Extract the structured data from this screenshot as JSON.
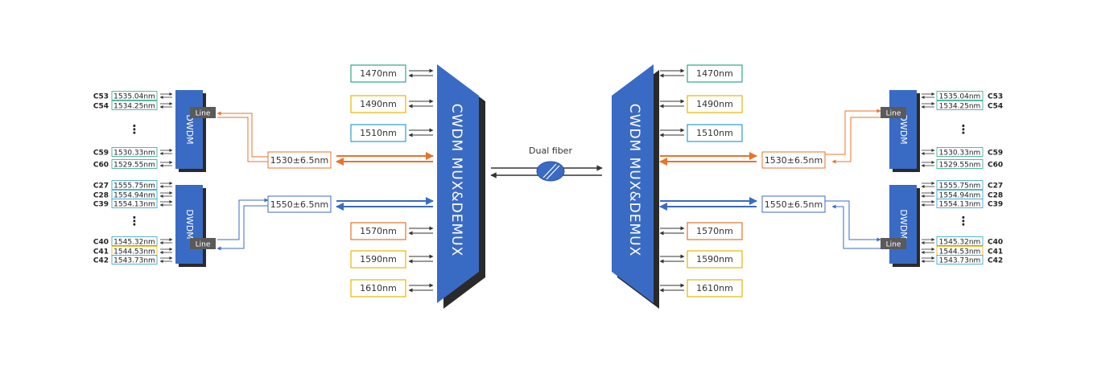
{
  "colors": {
    "block": "#3a6bc4",
    "block_shadow": "#2a2a2a",
    "line_box": "#5a5a5a",
    "orange": "#e8732a",
    "blue": "#3a6bc4",
    "teal": "#2aa88a",
    "yellow": "#e6b800",
    "cyan": "#2aa0c8",
    "arrow": "#333333"
  },
  "mux_label": "CWDM MUX&DEMUX",
  "fiber_label": "Dual fiber",
  "dwdm_label": "DWDM",
  "line_label": "Line",
  "cwdm_ports": [
    {
      "label": "1470nm",
      "color": "#2aa88a"
    },
    {
      "label": "1490nm",
      "color": "#e6b800"
    },
    {
      "label": "1510nm",
      "color": "#2aa0c8"
    },
    {
      "label": "1570nm",
      "color": "#e8732a"
    },
    {
      "label": "1590nm",
      "color": "#e6b800"
    },
    {
      "label": "1610nm",
      "color": "#e6b800"
    }
  ],
  "band_1530": "1530±6.5nm",
  "band_1550": "1550±6.5nm",
  "ellipsis": "⋮",
  "dwdm_top": [
    {
      "ch": "C53",
      "wl": "1535.04nm",
      "color": "#2aa88a"
    },
    {
      "ch": "C54",
      "wl": "1534.25nm",
      "color": "#2aa88a"
    },
    {
      "ch": "C59",
      "wl": "1530.33nm",
      "color": "#2aa88a"
    },
    {
      "ch": "C60",
      "wl": "1529.55nm",
      "color": "#2aa88a"
    }
  ],
  "dwdm_bottom": [
    {
      "ch": "C27",
      "wl": "1555.75nm",
      "color": "#2aa0c8"
    },
    {
      "ch": "C28",
      "wl": "1554.94nm",
      "color": "#2aa0c8"
    },
    {
      "ch": "C39",
      "wl": "1554.13nm",
      "color": "#2aa0c8"
    },
    {
      "ch": "C40",
      "wl": "1545.32nm",
      "color": "#2aa0c8"
    },
    {
      "ch": "C41",
      "wl": "1544.53nm",
      "color": "#e6b800"
    },
    {
      "ch": "C42",
      "wl": "1543.73nm",
      "color": "#2aa0c8"
    }
  ]
}
